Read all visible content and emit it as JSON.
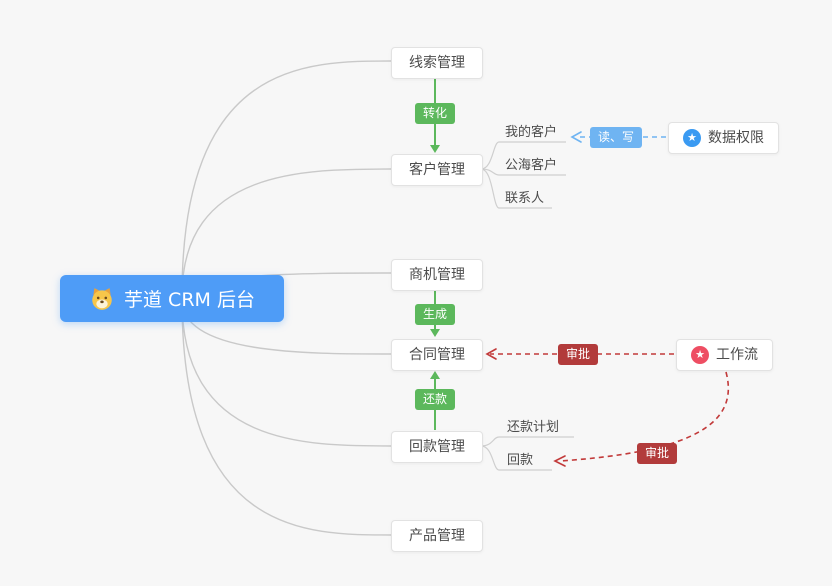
{
  "root": {
    "label": "芋道 CRM 后台"
  },
  "modules": {
    "lead": {
      "label": "线索管理"
    },
    "customer": {
      "label": "客户管理",
      "children": {
        "myCustomers": "我的客户",
        "publicCustomers": "公海客户",
        "contacts": "联系人"
      }
    },
    "opportunity": {
      "label": "商机管理"
    },
    "contract": {
      "label": "合同管理"
    },
    "receivable": {
      "label": "回款管理",
      "children": {
        "repaymentPlan": "还款计划",
        "payment": "回款"
      }
    },
    "product": {
      "label": "产品管理"
    }
  },
  "integrations": {
    "dataPermission": {
      "label": "数据权限"
    },
    "workflow": {
      "label": "工作流"
    }
  },
  "edgeLabels": {
    "convert": "转化",
    "generate": "生成",
    "repay": "还款",
    "readWrite": "读、写",
    "approveContract": "审批",
    "approvePayment": "审批"
  },
  "icons": {
    "star": "★"
  },
  "colors": {
    "root_bg": "#4e9cf7",
    "green": "#5cb85c",
    "light_blue": "#6fb4f2",
    "dark_red": "#b23b3b",
    "red_line": "#c23a3a",
    "wire_gray": "#c9c9c9",
    "blue_star": "#3a9af2",
    "pink_star": "#ee4e63"
  }
}
